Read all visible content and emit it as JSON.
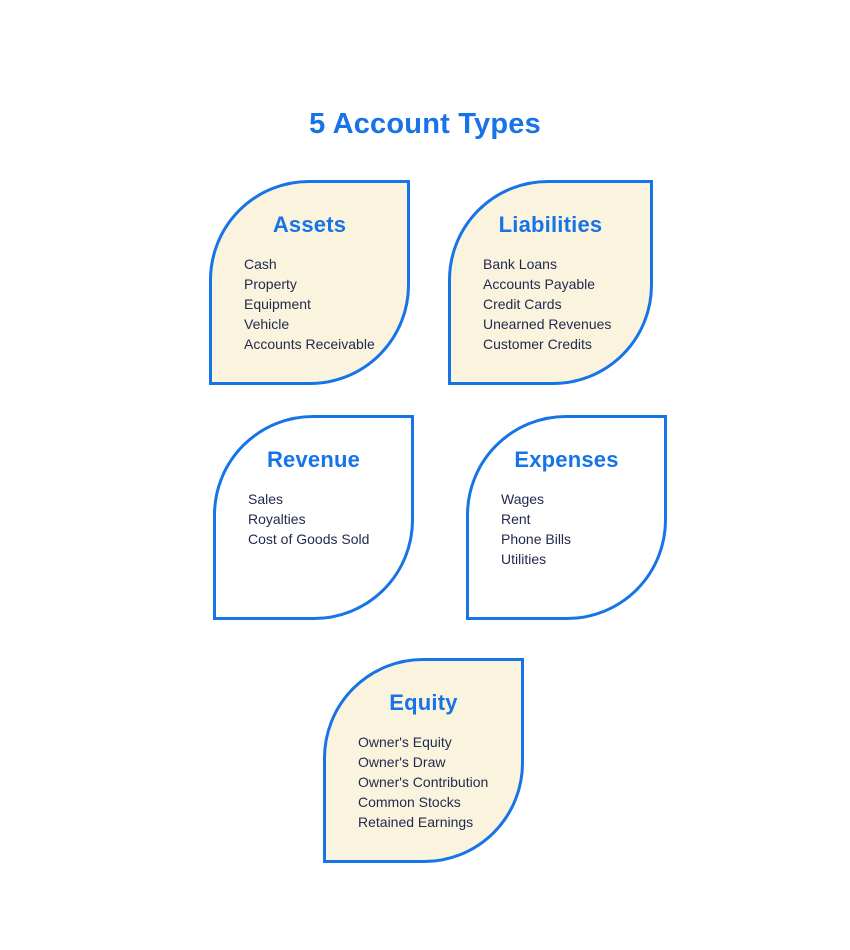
{
  "page": {
    "title": "5 Account Types"
  },
  "colors": {
    "accent_blue": "#1673E8",
    "cream_fill": "#FAF4DF",
    "white_fill": "#FFFFFF",
    "item_text_navy": "#232A4D"
  },
  "cards": [
    {
      "id": "assets",
      "title": "Assets",
      "fill": "cream",
      "items": [
        "Cash",
        "Property",
        "Equipment",
        "Vehicle",
        "Accounts Receivable"
      ]
    },
    {
      "id": "liabilities",
      "title": "Liabilities",
      "fill": "cream",
      "items": [
        "Bank Loans",
        "Accounts Payable",
        "Credit Cards",
        "Unearned Revenues",
        "Customer Credits"
      ]
    },
    {
      "id": "revenue",
      "title": "Revenue",
      "fill": "white",
      "items": [
        "Sales",
        "Royalties",
        "Cost of Goods Sold"
      ]
    },
    {
      "id": "expenses",
      "title": "Expenses",
      "fill": "white",
      "items": [
        "Wages",
        "Rent",
        "Phone Bills",
        "Utilities"
      ]
    },
    {
      "id": "equity",
      "title": "Equity",
      "fill": "cream",
      "items": [
        "Owner's Equity",
        "Owner's Draw",
        "Owner's Contribution",
        "Common Stocks",
        "Retained Earnings"
      ]
    }
  ]
}
